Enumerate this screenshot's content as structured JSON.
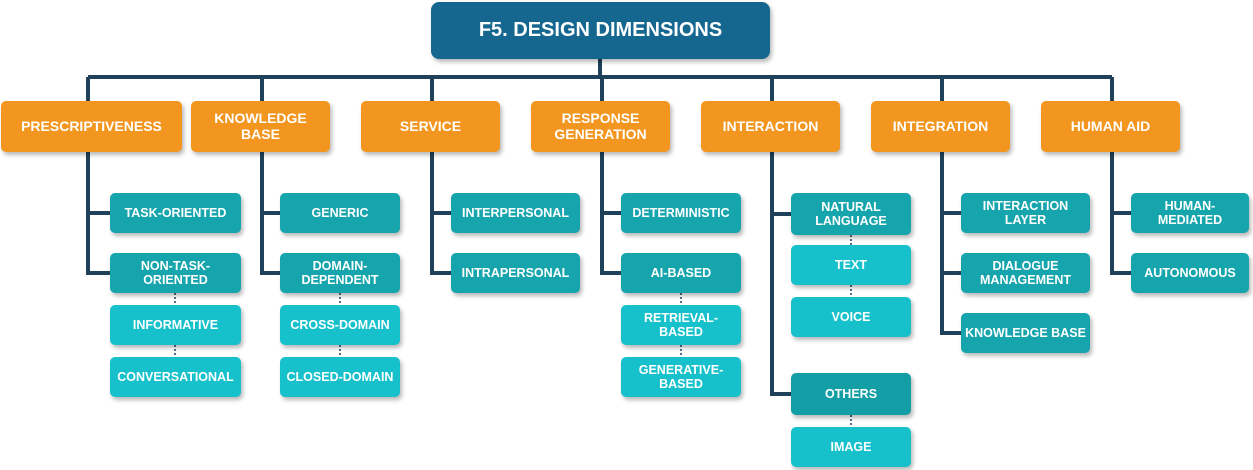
{
  "title": "F5. DESIGN DIMENSIONS",
  "colors": {
    "root": "#15678f",
    "category": "#f3961f",
    "subitem": "#17a5ad",
    "leaf": "#17c1cc",
    "connector": "#1f4159"
  },
  "categories": [
    {
      "label": "PRESCRIPTIVENESS",
      "items": [
        {
          "label": "TASK-ORIENTED"
        },
        {
          "label": "NON-TASK-ORIENTED",
          "children": [
            "INFORMATIVE",
            "CONVERSATIONAL"
          ]
        }
      ]
    },
    {
      "label": "KNOWLEDGE BASE",
      "items": [
        {
          "label": "GENERIC"
        },
        {
          "label": "DOMAIN-DEPENDENT",
          "children": [
            "CROSS-DOMAIN",
            "CLOSED-DOMAIN"
          ]
        }
      ]
    },
    {
      "label": "SERVICE",
      "items": [
        {
          "label": "INTERPERSONAL"
        },
        {
          "label": "INTRAPERSONAL"
        }
      ]
    },
    {
      "label": "RESPONSE GENERATION",
      "items": [
        {
          "label": "DETERMINISTIC"
        },
        {
          "label": "AI-BASED",
          "children": [
            "RETRIEVAL-BASED",
            "GENERATIVE-BASED"
          ]
        }
      ]
    },
    {
      "label": "INTERACTION",
      "items": [
        {
          "label": "NATURAL LANGUAGE",
          "children": [
            "TEXT",
            "VOICE"
          ]
        },
        {
          "label": "OTHERS",
          "children": [
            "IMAGE"
          ]
        }
      ]
    },
    {
      "label": "INTEGRATION",
      "items": [
        {
          "label": "INTERACTION LAYER"
        },
        {
          "label": "DIALOGUE MANAGEMENT"
        },
        {
          "label": "KNOWLEDGE BASE"
        }
      ]
    },
    {
      "label": "HUMAN AID",
      "items": [
        {
          "label": "HUMAN-MEDIATED"
        },
        {
          "label": "AUTONOMOUS"
        }
      ]
    }
  ]
}
